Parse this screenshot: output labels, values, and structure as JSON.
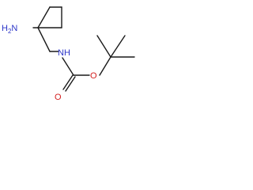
{
  "structure": {
    "atoms": {
      "amine": {
        "element": "N",
        "label": "H",
        "subscript": "2",
        "suffix": "N"
      },
      "carbamate_n": {
        "element": "N",
        "label": "NH"
      },
      "ether_o": {
        "element": "O",
        "label": "O"
      },
      "carbonyl_o": {
        "element": "O",
        "label": "O"
      }
    },
    "colors": {
      "nitrogen": "#2b35c8",
      "oxygen": "#d41f1f",
      "bond": "#1a1a1a"
    }
  }
}
